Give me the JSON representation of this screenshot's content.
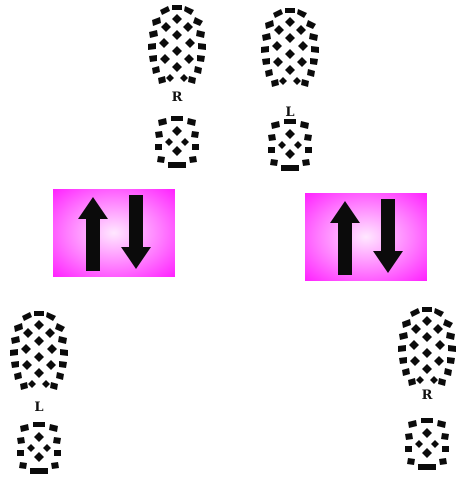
{
  "colors": {
    "ink": "#0b0b0b",
    "swap_box": "#ff33ff",
    "background": "#ffffff"
  },
  "footprints": [
    {
      "id": "top-right-foot",
      "label": "R",
      "icon": "boot-print-icon"
    },
    {
      "id": "top-left-foot",
      "label": "L",
      "icon": "boot-print-icon"
    },
    {
      "id": "bottom-left-foot",
      "label": "L",
      "icon": "boot-print-icon"
    },
    {
      "id": "bottom-right-foot",
      "label": "R",
      "icon": "boot-print-icon"
    }
  ],
  "swap_boxes": [
    {
      "icon": "up-down-arrows-icon"
    },
    {
      "icon": "up-down-arrows-icon"
    }
  ]
}
